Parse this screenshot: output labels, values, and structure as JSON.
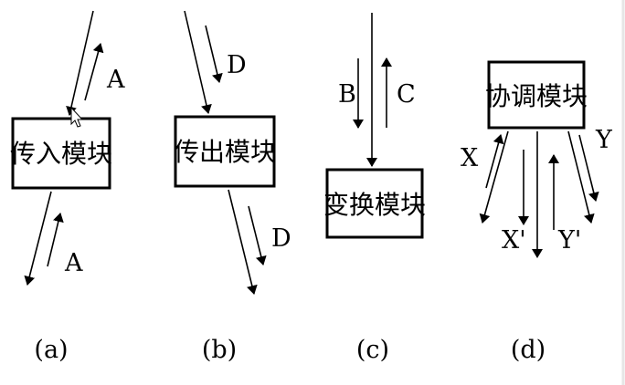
{
  "diagrams": [
    {
      "caption": "(a)",
      "box_label": "传入模块",
      "flow_labels": [
        "A",
        "A"
      ]
    },
    {
      "caption": "(b)",
      "box_label": "传出模块",
      "flow_labels": [
        "D",
        "D"
      ]
    },
    {
      "caption": "(c)",
      "box_label": "变换模块",
      "flow_labels": [
        "B",
        "C"
      ]
    },
    {
      "caption": "(d)",
      "box_label": "协调模块",
      "flow_labels": [
        "X",
        "Y",
        "X",
        "Y"
      ]
    }
  ]
}
